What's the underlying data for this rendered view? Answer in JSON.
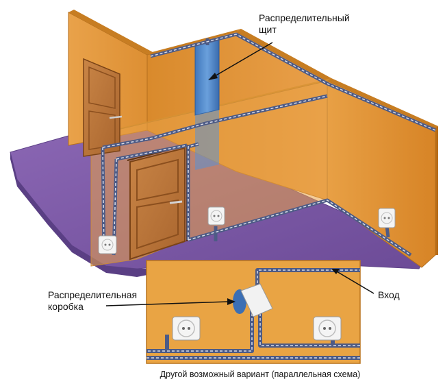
{
  "labels": {
    "distribution_panel": [
      "Распределительный",
      "щит"
    ],
    "junction_box": [
      "Распределительная",
      "коробка"
    ],
    "input": "Вход",
    "caption": "Другой возможный вариант (параллельная схема)"
  },
  "colors": {
    "wall": "#e5962f",
    "wall_dark": "#c9781d",
    "floor": "#7d5aa5",
    "door": "#b9733a",
    "panel": "#4f86c6",
    "cable_outer": "#4d5b86",
    "cable_dash": "#d8dbe6",
    "inset_bg": "#e8a64a"
  }
}
